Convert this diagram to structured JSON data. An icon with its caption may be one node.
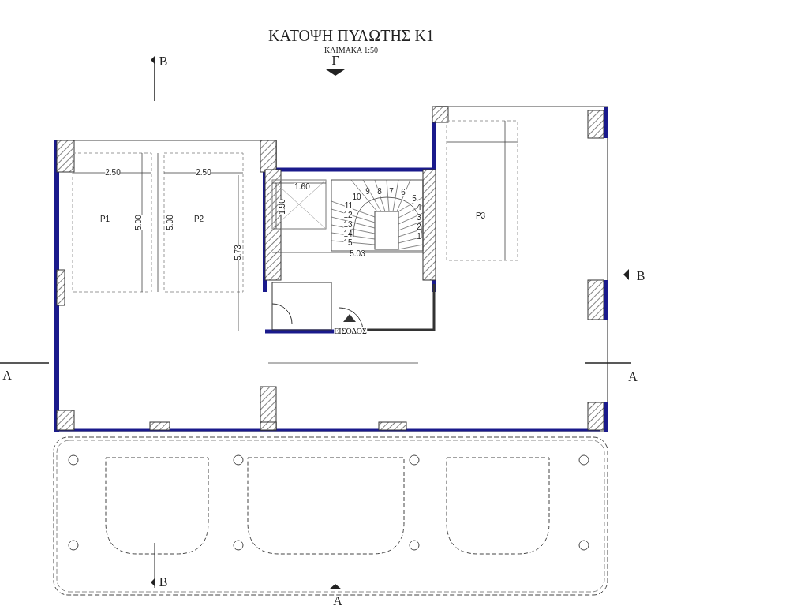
{
  "diagram": {
    "title": "ΚΑΤΟΨΗ ΠΥΛΩΤΗΣ Κ1",
    "labels": [
      "ΚΛΙΜΑΚΑ 1:50",
      "B",
      "Γ",
      "2.50",
      "2.50",
      "P1",
      "5.00",
      "5.00",
      "P2",
      "5.73",
      "1.60",
      "1.90",
      "10",
      "9",
      "8",
      "7",
      "6",
      "5",
      "4",
      "3",
      "2",
      "1",
      "11",
      "12",
      "13",
      "14",
      "15",
      "5.03",
      "P3",
      "B",
      "ΕΙΣΟΔΟΣ",
      "A",
      "A",
      "B",
      "A"
    ]
  }
}
